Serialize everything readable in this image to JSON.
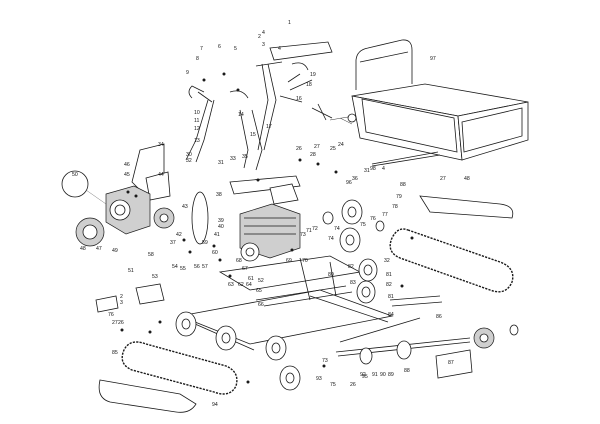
{
  "diagram": {
    "labels": [
      {
        "id": "1",
        "text": "1"
      },
      {
        "id": "2",
        "text": "2"
      },
      {
        "id": "3",
        "text": "3"
      },
      {
        "id": "4",
        "text": "4"
      },
      {
        "id": "5",
        "text": "5"
      },
      {
        "id": "6",
        "text": "6"
      },
      {
        "id": "7",
        "text": "7"
      },
      {
        "id": "8",
        "text": "8"
      },
      {
        "id": "9",
        "text": "9"
      },
      {
        "id": "10",
        "text": "10"
      },
      {
        "id": "11",
        "text": "11"
      },
      {
        "id": "12",
        "text": "12"
      },
      {
        "id": "13",
        "text": "13"
      },
      {
        "id": "14",
        "text": "14"
      },
      {
        "id": "15",
        "text": "15"
      },
      {
        "id": "16",
        "text": "16"
      },
      {
        "id": "17",
        "text": "17"
      },
      {
        "id": "18",
        "text": "18"
      },
      {
        "id": "19",
        "text": "19"
      },
      {
        "id": "24",
        "text": "24"
      },
      {
        "id": "25",
        "text": "25"
      },
      {
        "id": "26",
        "text": "26"
      },
      {
        "id": "27",
        "text": "27"
      },
      {
        "id": "28",
        "text": "28"
      },
      {
        "id": "30",
        "text": "30"
      },
      {
        "id": "31",
        "text": "31"
      },
      {
        "id": "32",
        "text": "32"
      },
      {
        "id": "33",
        "text": "33"
      },
      {
        "id": "34",
        "text": "34"
      },
      {
        "id": "35",
        "text": "35"
      },
      {
        "id": "36",
        "text": "36"
      },
      {
        "id": "37",
        "text": "37"
      },
      {
        "id": "38",
        "text": "38"
      },
      {
        "id": "39",
        "text": "39"
      },
      {
        "id": "40",
        "text": "40"
      },
      {
        "id": "41",
        "text": "41"
      },
      {
        "id": "42",
        "text": "42"
      },
      {
        "id": "43",
        "text": "43"
      },
      {
        "id": "44",
        "text": "44"
      },
      {
        "id": "45",
        "text": "45"
      },
      {
        "id": "46",
        "text": "46"
      },
      {
        "id": "47",
        "text": "47"
      },
      {
        "id": "48",
        "text": "48"
      },
      {
        "id": "49",
        "text": "49"
      },
      {
        "id": "50",
        "text": "50"
      },
      {
        "id": "51",
        "text": "51"
      },
      {
        "id": "52",
        "text": "52"
      },
      {
        "id": "53",
        "text": "53"
      },
      {
        "id": "54",
        "text": "54"
      },
      {
        "id": "55",
        "text": "55"
      },
      {
        "id": "56",
        "text": "56"
      },
      {
        "id": "57",
        "text": "57"
      },
      {
        "id": "58",
        "text": "58"
      },
      {
        "id": "59",
        "text": "59"
      },
      {
        "id": "60",
        "text": "60"
      },
      {
        "id": "61",
        "text": "61"
      },
      {
        "id": "62",
        "text": "62"
      },
      {
        "id": "63",
        "text": "63"
      },
      {
        "id": "64",
        "text": "64"
      },
      {
        "id": "65",
        "text": "65"
      },
      {
        "id": "66",
        "text": "66"
      },
      {
        "id": "67",
        "text": "67"
      },
      {
        "id": "68",
        "text": "68"
      },
      {
        "id": "69",
        "text": "69"
      },
      {
        "id": "70",
        "text": "70"
      },
      {
        "id": "71",
        "text": "71"
      },
      {
        "id": "72",
        "text": "72"
      },
      {
        "id": "73",
        "text": "73"
      },
      {
        "id": "74",
        "text": "74"
      },
      {
        "id": "75",
        "text": "75"
      },
      {
        "id": "76",
        "text": "76"
      },
      {
        "id": "77",
        "text": "77"
      },
      {
        "id": "78",
        "text": "78"
      },
      {
        "id": "79",
        "text": "79"
      },
      {
        "id": "80",
        "text": "80"
      },
      {
        "id": "81",
        "text": "81"
      },
      {
        "id": "82",
        "text": "82"
      },
      {
        "id": "83",
        "text": "83"
      },
      {
        "id": "84",
        "text": "84"
      },
      {
        "id": "85",
        "text": "85"
      },
      {
        "id": "86",
        "text": "86"
      },
      {
        "id": "87",
        "text": "87"
      },
      {
        "id": "88",
        "text": "88"
      },
      {
        "id": "89",
        "text": "89"
      },
      {
        "id": "90",
        "text": "90"
      },
      {
        "id": "91",
        "text": "91"
      },
      {
        "id": "92",
        "text": "92"
      },
      {
        "id": "93",
        "text": "93"
      },
      {
        "id": "94",
        "text": "94"
      },
      {
        "id": "95",
        "text": "95"
      },
      {
        "id": "96",
        "text": "96"
      },
      {
        "id": "97",
        "text": "97"
      },
      {
        "id": "98",
        "text": "98"
      }
    ]
  }
}
